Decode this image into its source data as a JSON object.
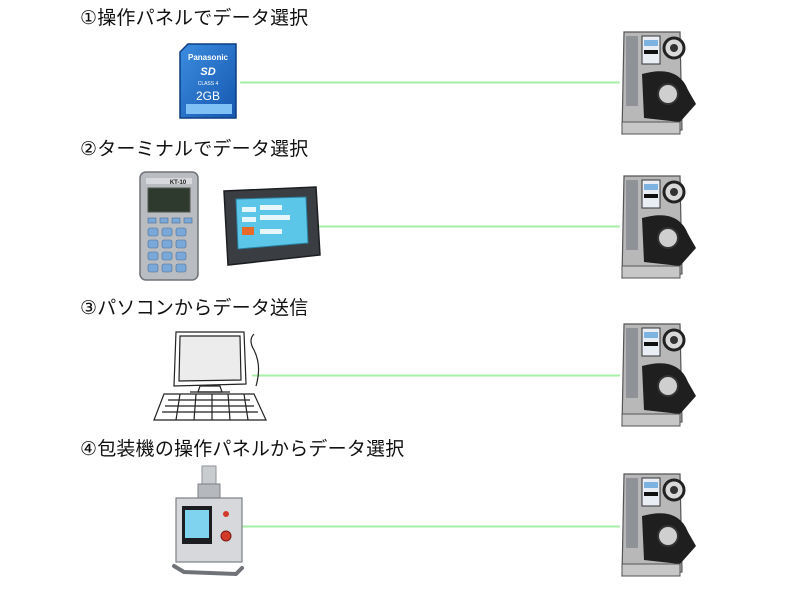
{
  "rows": [
    {
      "title": "①操作パネルでデータ選択"
    },
    {
      "title": "②ターミナルでデータ選択"
    },
    {
      "title": "③パソコンからデータ送信"
    },
    {
      "title": "④包装機の操作パネルからデータ選択"
    }
  ],
  "sdcard": {
    "brand": "Panasonic",
    "logo": "SD",
    "class": "CLASS 4",
    "capacity": "2GB"
  },
  "terminal": {
    "model": "KT-10"
  },
  "colors": {
    "link": "#9be89b",
    "sd_blue": "#1f6fd0",
    "device_body": "#b8b8b8"
  },
  "icons": [
    "sd-card-icon",
    "handheld-terminal-icon",
    "touch-panel-terminal-icon",
    "personal-computer-icon",
    "packaging-machine-control-box-icon",
    "labeler-device-icon"
  ]
}
